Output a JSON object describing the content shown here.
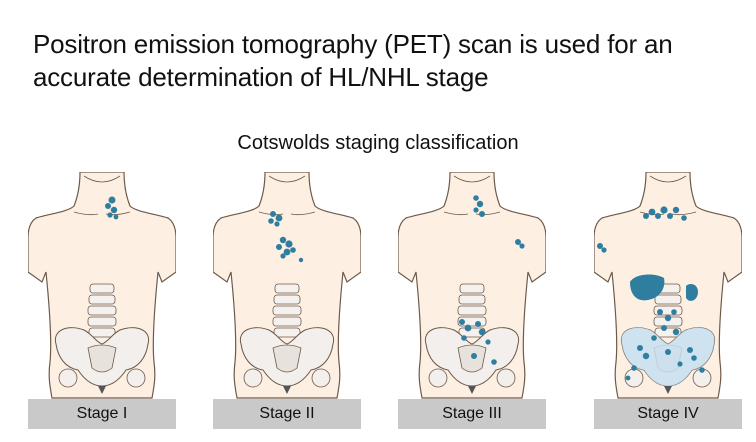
{
  "title": "Positron emission tomography (PET) scan is used for an accurate determination of HL/NHL stage",
  "subtitle": "Cotswolds staging classification",
  "colors": {
    "node": "#2f7ea0",
    "skin": "#fbeee0",
    "outline": "#6d5a4a",
    "label_bg": "#c9c9c9"
  },
  "stages": [
    {
      "label": "Stage I",
      "skin": "#fdf0e3"
    },
    {
      "label": "Stage II",
      "skin": "#fdf0e3"
    },
    {
      "label": "Stage III",
      "skin": "#fdf0e3"
    },
    {
      "label": "Stage IV",
      "skin": "#fdf0e3"
    }
  ]
}
